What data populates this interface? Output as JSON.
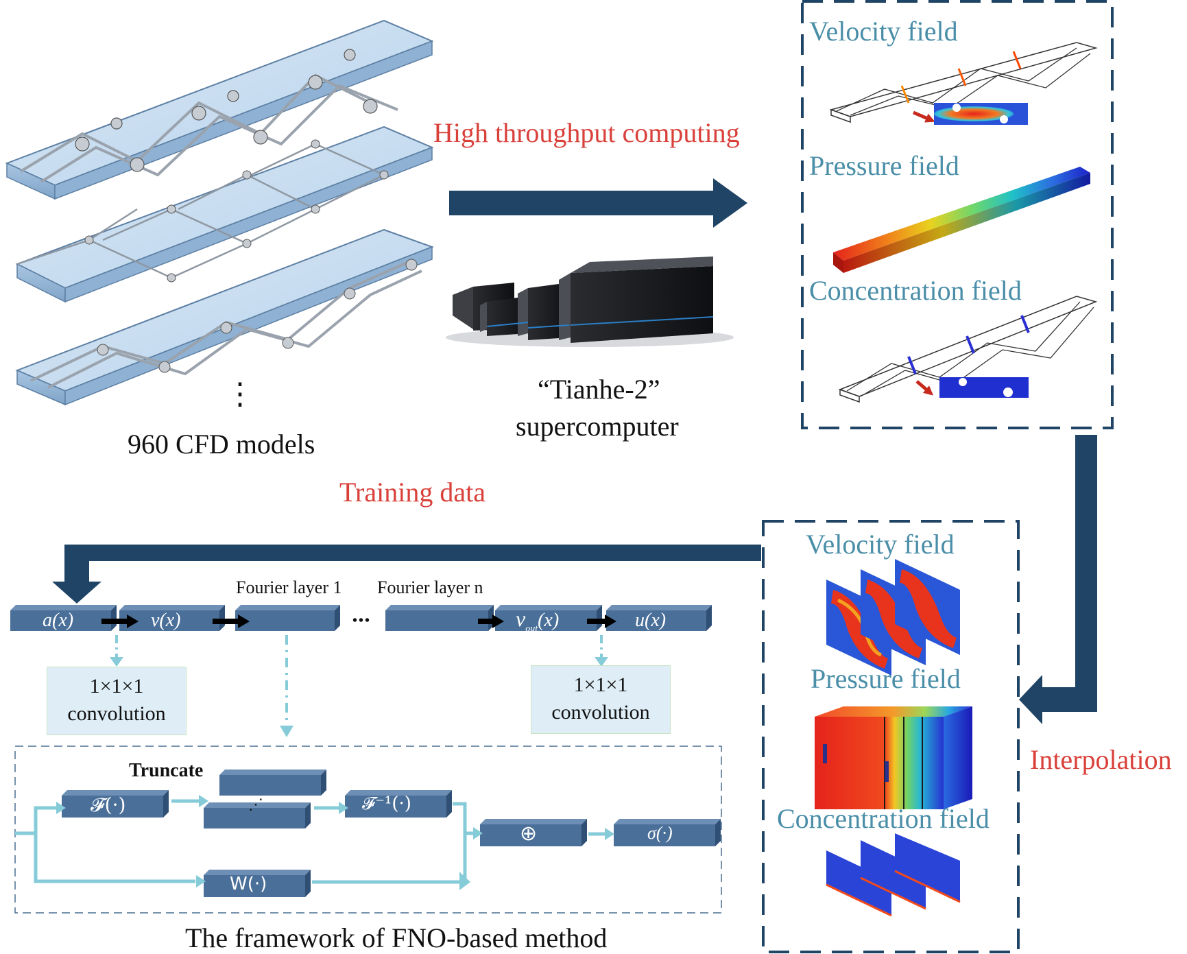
{
  "labels": {
    "high_throughput": "High throughput computing",
    "cfd_models": "960 CFD models",
    "tianhe_line1": "“Tianhe-2”",
    "tianhe_line2": "supercomputer",
    "training_data": "Training data",
    "interpolation": "Interpolation",
    "fno_caption": "The framework of FNO-based method",
    "fourier_layer_1": "Fourier layer 1",
    "fourier_layer_n": "Fourier layer n",
    "ellipsis": "•••",
    "vertical_dots": "⋮",
    "truncate": "Truncate",
    "conv_left": [
      "1×1×1",
      "convolution"
    ],
    "conv_right": [
      "1×1×1",
      "convolution"
    ]
  },
  "fields_top": {
    "velocity": "Velocity field",
    "pressure": "Pressure field",
    "concentration": "Concentration field"
  },
  "fields_bottom": {
    "velocity": "Velocity field",
    "pressure": "Pressure field",
    "concentration": "Concentration field"
  },
  "blocks": {
    "a_x": "a(x)",
    "v_x": "v(x)",
    "v_out_base": "v",
    "v_out_sub": "out",
    "v_out_arg": "(x)",
    "u_x": "u(x)",
    "fourier": "𝓕(·)",
    "inverse_fourier": "𝓕⁻¹(·)",
    "weight": "W(·)",
    "sum": "⊕",
    "sigma": "σ(·)"
  },
  "colors": {
    "navy_arrow": "#1f4465",
    "block": "#4a6f98",
    "teal_arrow": "#86cbd8",
    "red_text": "#d9403a",
    "teal_text": "#4a8ea8",
    "box_fill": "#dfeef6"
  }
}
